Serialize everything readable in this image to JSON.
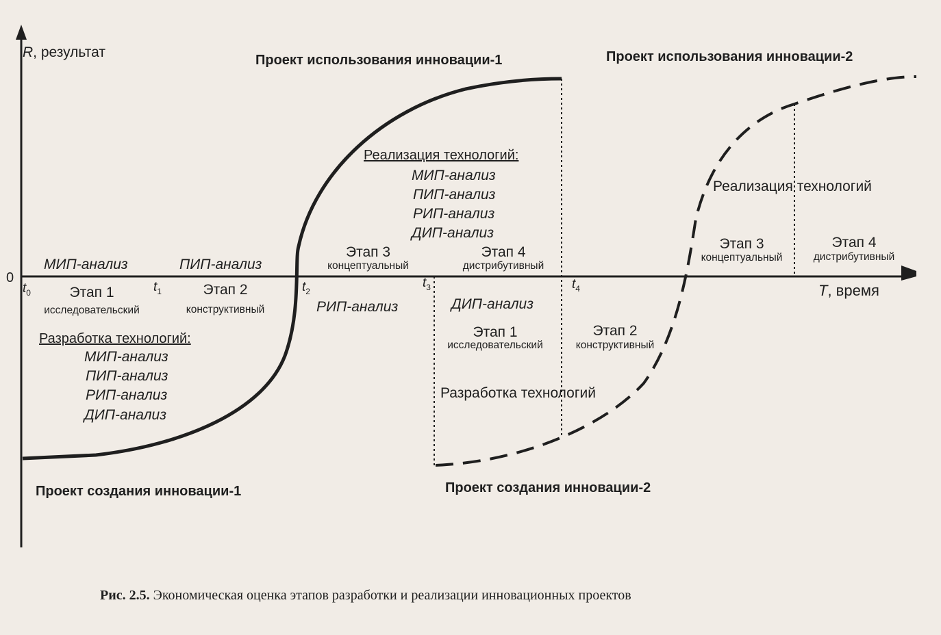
{
  "axes": {
    "y_label_var": "R",
    "y_label_text": ", результат",
    "x_label_var": "T",
    "x_label_text": ", время",
    "origin": "0"
  },
  "ticks": [
    {
      "name": "t",
      "sub": "0"
    },
    {
      "name": "t",
      "sub": "1"
    },
    {
      "name": "t",
      "sub": "2"
    },
    {
      "name": "t",
      "sub": "3"
    },
    {
      "name": "t",
      "sub": "4"
    }
  ],
  "projects": {
    "use1": "Проект использования инновации-1",
    "use2": "Проект использования инновации-2",
    "create1": "Проект создания инновации-1",
    "create2": "Проект создания инновации-2"
  },
  "analyses": {
    "mip": "МИП-анализ",
    "pip": "ПИП-анализ",
    "rip": "РИП-анализ",
    "dip": "ДИП-анализ"
  },
  "stages": {
    "s1": {
      "title": "Этап 1",
      "sub": "исследовательский"
    },
    "s2": {
      "title": "Этап 2",
      "sub": "конструктивный"
    },
    "s3": {
      "title": "Этап 3",
      "sub": "концептуальный"
    },
    "s4": {
      "title": "Этап 4",
      "sub": "дистрибутивный"
    }
  },
  "blocks": {
    "development_colon": "Разработка технологий:",
    "realization_colon": "Реализация технологий:",
    "development": "Разработка технологий",
    "realization": "Реализация технологий"
  },
  "caption": {
    "prefix": "Рис. 2.5.",
    "text": " Экономическая оценка этапов разработки и реализации инновационных проектов"
  },
  "colors": {
    "ink": "#1f1f1f",
    "paper": "#f1ece6"
  }
}
